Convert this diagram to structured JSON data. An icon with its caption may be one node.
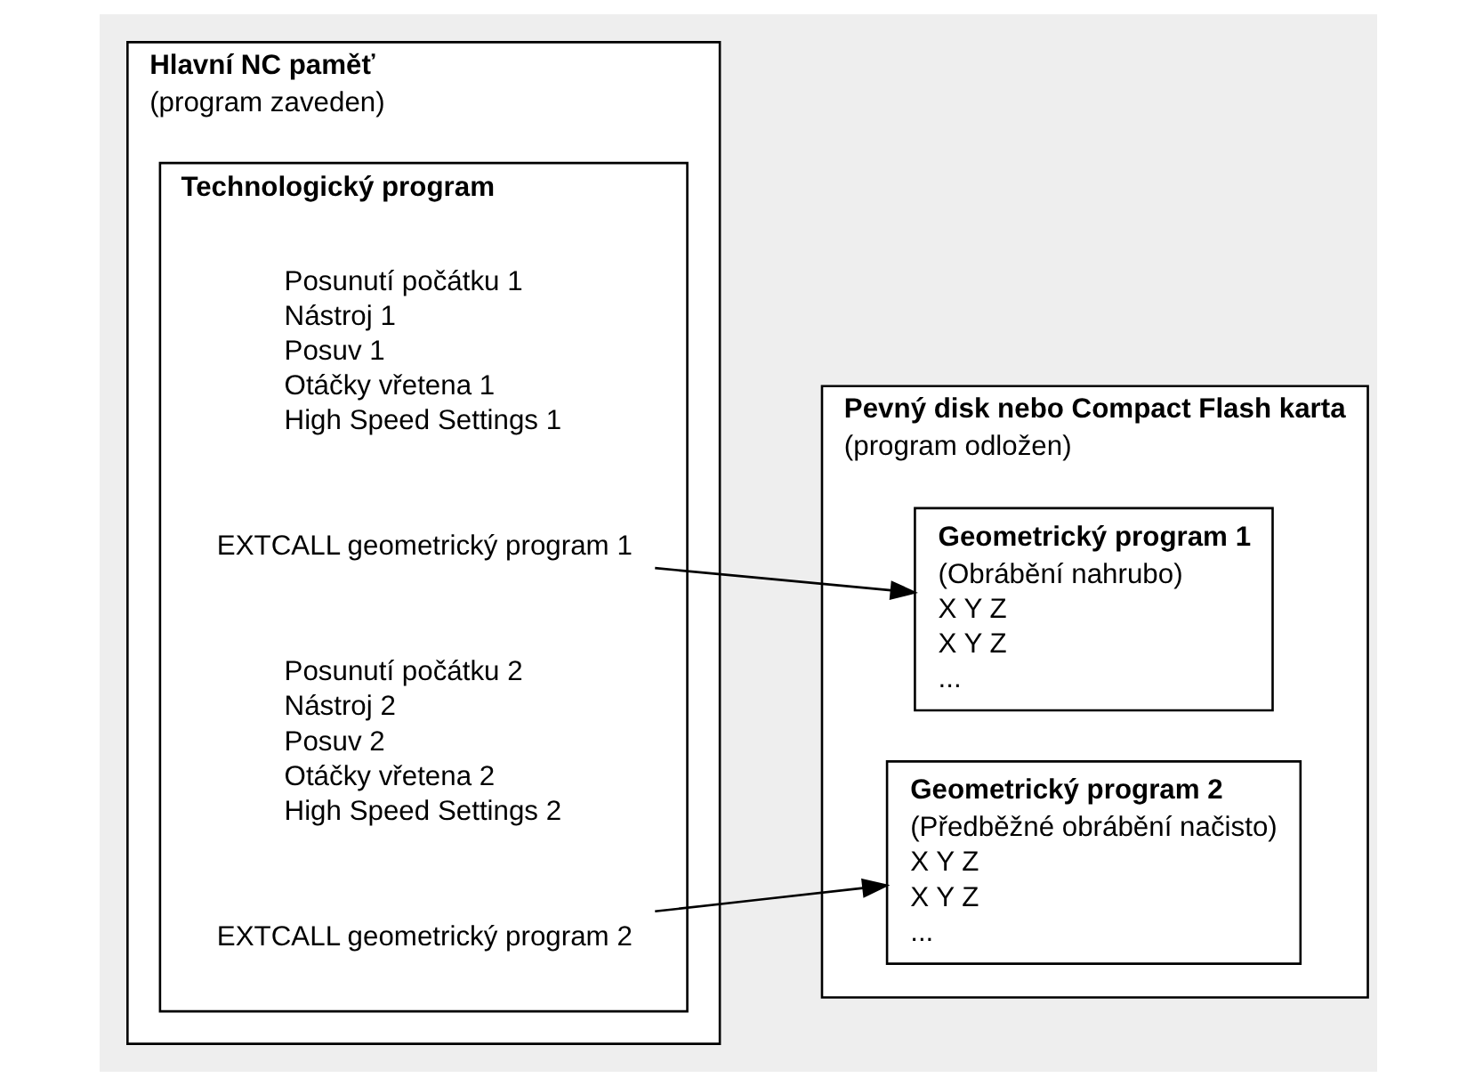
{
  "diagram": {
    "nodes": [
      {
        "text": [
          "Hlavní NC paměť",
          "(program zaveden)"
        ]
      },
      {
        "text": [
          "Technologický program"
        ],
        "in": 0
      },
      {
        "text": [
          "Posunutí počátku 1",
          "Nástroj 1",
          "Posuv 1",
          "Otáčky vřetena 1",
          "High Speed Settings 1"
        ],
        "in": 1
      },
      {
        "text": [
          "EXTCALL geometrický program 1"
        ],
        "in": 1
      },
      {
        "text": [
          "Posunutí počátku 2",
          "Nástroj 2",
          "Posuv 2",
          "Otáčky vřetena 2",
          "High Speed Settings 2"
        ],
        "in": 1
      },
      {
        "text": [
          "EXTCALL geometrický program 2"
        ],
        "in": 1
      },
      {
        "text": [
          "Pevný disk nebo Compact Flash karta",
          "(program odložen)"
        ]
      },
      {
        "text": [
          "Geometrický program 1",
          "(Obrábění nahrubo)",
          "X Y Z",
          "X Y Z",
          "..."
        ],
        "in": 6
      },
      {
        "text": [
          "Geometrický program 2",
          "(Předběžné obrábění načisto)",
          "X Y Z",
          "X Y Z",
          "..."
        ],
        "in": 6
      }
    ],
    "edges": [
      {
        "from": 3,
        "to": 7,
        "arrow": "to"
      },
      {
        "from": 5,
        "to": 8,
        "arrow": "to"
      }
    ]
  }
}
